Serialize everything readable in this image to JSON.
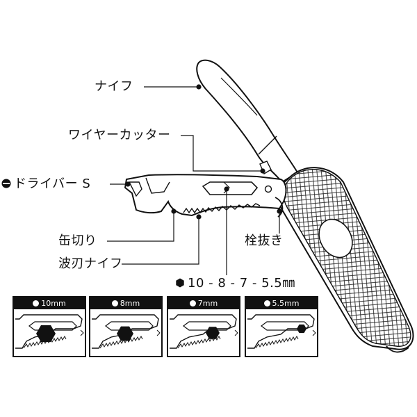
{
  "labels": {
    "knife": "ナイフ",
    "wire_cutter": "ワイヤーカッター",
    "driver": "ドライバー S",
    "can_opener": "缶切り",
    "serrated_knife": "波刃ナイフ",
    "cork_puller": "栓抜き",
    "hex_sizes": "10 - 8 - 7 - 5.5㎜"
  },
  "panels": [
    {
      "label": "10mm"
    },
    {
      "label": "8mm"
    },
    {
      "label": "7mm"
    },
    {
      "label": "5.5mm"
    }
  ],
  "colors": {
    "ink": "#111111",
    "paper": "#ffffff"
  }
}
